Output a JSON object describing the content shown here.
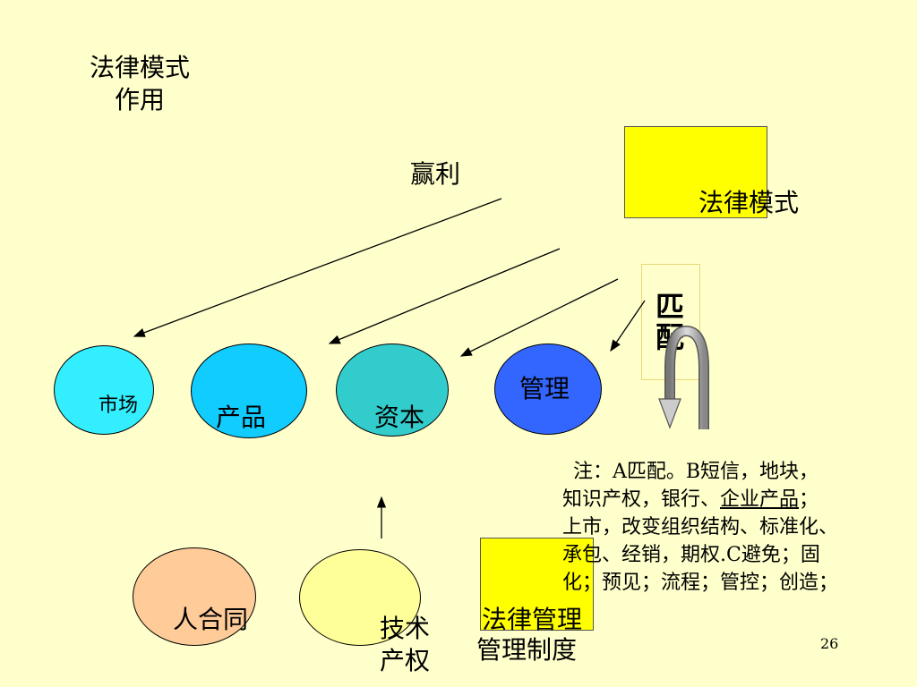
{
  "title": [
    "法律模式",
    "作用"
  ],
  "top_label": "赢利",
  "legal_mode_label": "法律模式",
  "match_label": [
    "匹",
    "配"
  ],
  "nodes": {
    "market": "市场",
    "product": "产品",
    "capital": "资本",
    "management": "管理",
    "contract": "人合同",
    "tech_ip": [
      "技术",
      "产权"
    ]
  },
  "bottom_box": {
    "label": "法律管理",
    "sublabel": "管理制度"
  },
  "note": {
    "line1": "注：A匹配。B短信，地块，",
    "line2_pre": "知识产权，银行、",
    "line2_underline": "企业产品",
    "line2_post": "；",
    "line3": "上市，改变组织结构、标准化、",
    "line4": "承包、经销，期权.C避免；固",
    "line5": "化；预见；流程；管控；创造；"
  },
  "page_number": "26",
  "colors": {
    "background": "#FFFFCC",
    "market": "#33EEFF",
    "product": "#11CCFF",
    "capital": "#33CCCC",
    "management": "#3366FF",
    "contract": "#FFCC99",
    "tech_ip": "#FFFF99",
    "box": "#FFFF00"
  }
}
